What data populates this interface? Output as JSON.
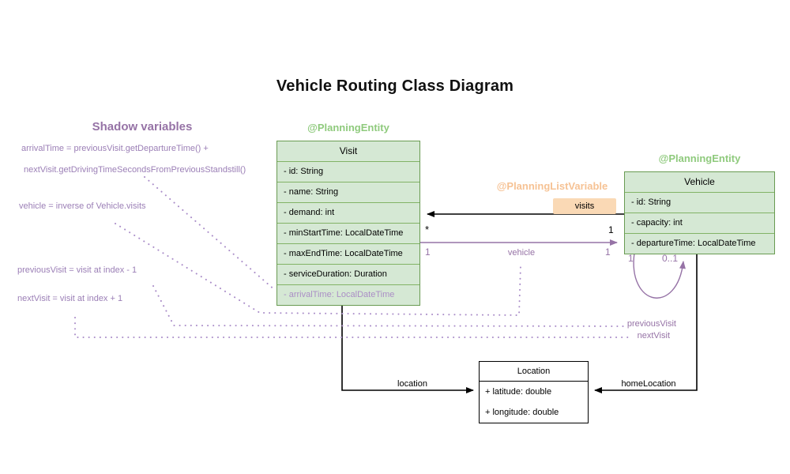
{
  "title": "Vehicle Routing Class Diagram",
  "shadow_panel": {
    "heading": "Shadow variables",
    "lines": [
      "arrivalTime = previousVisit.getDepartureTime() +",
      "nextVisit.getDrivingTimeSecondsFromPreviousStandstill()",
      "vehicle = inverse of Vehicle.visits",
      "previousVisit = visit at index - 1",
      "nextVisit = visit at index + 1"
    ]
  },
  "classes": {
    "visit": {
      "annotation": "@PlanningEntity",
      "name": "Visit",
      "attributes": [
        "- id: String",
        "- name: String",
        "- demand: int",
        "- minStartTime: LocalDateTime",
        "- maxEndTime: LocalDateTime",
        "- serviceDuration: Duration"
      ],
      "shadow_attribute": "- arrivalTime: LocalDateTime"
    },
    "vehicle": {
      "annotation": "@PlanningEntity",
      "name": "Vehicle",
      "attributes": [
        "- id: String",
        "- capacity: int",
        "- departureTime: LocalDateTime"
      ]
    },
    "location": {
      "name": "Location",
      "attributes": [
        "+ latitude: double",
        "+ longitude: double"
      ]
    }
  },
  "relations": {
    "visits": {
      "annotation": "@PlanningListVariable",
      "label": "visits",
      "visit_multiplicity": "*",
      "vehicle_multiplicity": "1"
    },
    "vehicle": {
      "label": "vehicle",
      "visit_multiplicity": "1",
      "vehicle_multiplicity": "1"
    },
    "chain_self_loop": {
      "source_multiplicity": "1",
      "target_multiplicity": "0..1",
      "label_previous": "previousVisit",
      "label_next": "nextVisit"
    },
    "location": {
      "label": "location"
    },
    "home_location": {
      "label": "homeLocation"
    }
  },
  "colors": {
    "entity_fill": "#d5e8d4",
    "entity_border": "#82b366",
    "entity_annotation_text": "#8fca7d",
    "list_variable_text": "#f6c294",
    "list_variable_badge_fill": "#fad9b5",
    "purple": "#9673a6",
    "dotted_link": "#a98cc8",
    "plain_box_border": "#000000"
  }
}
